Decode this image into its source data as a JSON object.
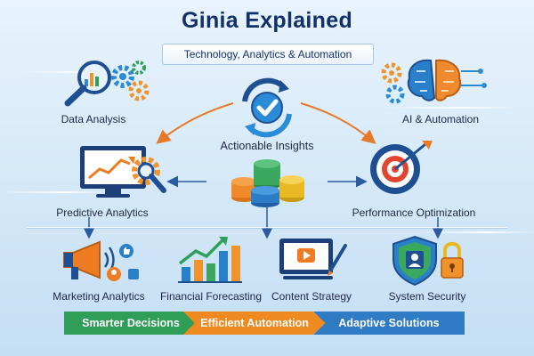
{
  "header": {
    "title": "Ginia Explained",
    "subtitle": "Technology, Analytics & Automation"
  },
  "nodes": {
    "data_analysis": "Data Analysis",
    "ai_automation": "AI & Automation",
    "actionable_insights": "Actionable Insights",
    "predictive_analytics": "Predictive Analytics",
    "performance_optimization": "Performance Optimization"
  },
  "bottom_items": [
    {
      "label": "Marketing Analytics",
      "icon": "megaphone-icon"
    },
    {
      "label": "Financial Forecasting",
      "icon": "growth-chart-icon"
    },
    {
      "label": "Content Strategy",
      "icon": "video-monitor-icon"
    },
    {
      "label": "System Security",
      "icon": "shield-lock-icon"
    }
  ],
  "bands": [
    {
      "label": "Smarter Decisions",
      "color": "#2f9e58"
    },
    {
      "label": "Efficient Automation",
      "color": "#ee8a1f"
    },
    {
      "label": "Adaptive Solutions",
      "color": "#2f7bc4"
    }
  ],
  "colors": {
    "title": "#12306b",
    "arrow_orange": "#e8792b",
    "arrow_blue": "#2c5a9e"
  }
}
